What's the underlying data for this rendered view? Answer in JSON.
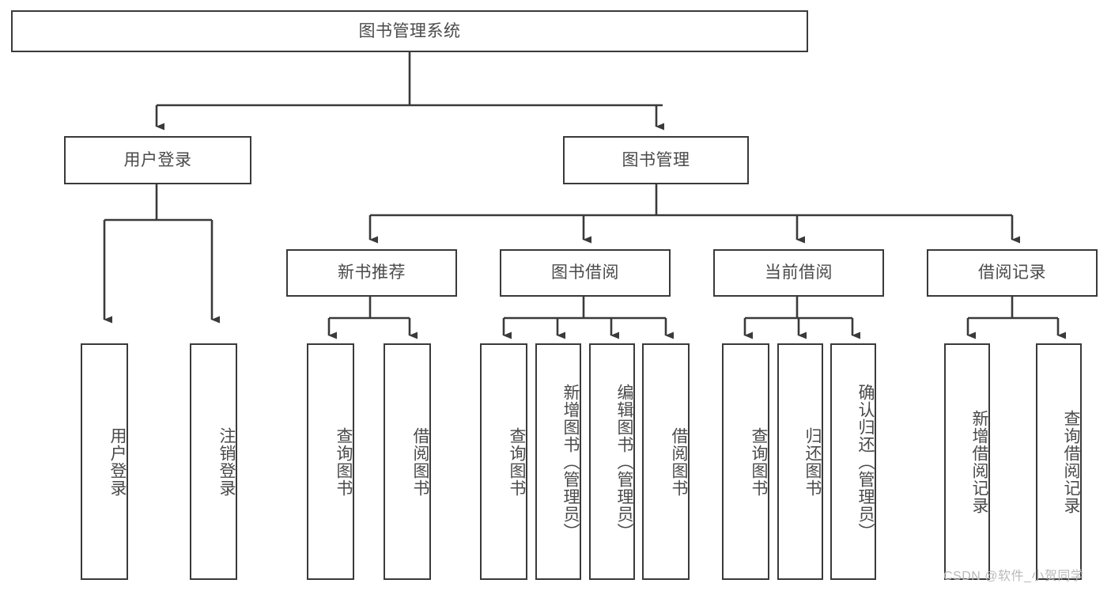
{
  "diagram": {
    "title": "图书管理系统",
    "type": "tree-hierarchy",
    "root": {
      "label": "图书管理系统"
    },
    "level1": [
      {
        "label": "用户登录"
      },
      {
        "label": "图书管理"
      }
    ],
    "level2": [
      {
        "label": "新书推荐"
      },
      {
        "label": "图书借阅"
      },
      {
        "label": "当前借阅"
      },
      {
        "label": "借阅记录"
      }
    ],
    "leaves": {
      "user_login": [
        {
          "label": "用户登录"
        },
        {
          "label": "注销登录"
        }
      ],
      "new_book_recommend": [
        {
          "label": "查询图书"
        },
        {
          "label": "借阅图书"
        }
      ],
      "book_borrow": [
        {
          "label": "查询图书"
        },
        {
          "label": "新增图书（管理员）"
        },
        {
          "label": "编辑图书（管理员）"
        },
        {
          "label": "借阅图书"
        }
      ],
      "current_borrow": [
        {
          "label": "查询图书"
        },
        {
          "label": "归还图书"
        },
        {
          "label": "确认归还（管理员）"
        }
      ],
      "borrow_record": [
        {
          "label": "新增借阅记录"
        },
        {
          "label": "查询借阅记录"
        }
      ]
    }
  },
  "watermark": {
    "text": "CSDN @软件_小贺同学"
  },
  "colors": {
    "stroke": "#3a3a3a",
    "text": "#4a4a4a",
    "background": "#ffffff",
    "watermark": "#b9b9b9"
  }
}
